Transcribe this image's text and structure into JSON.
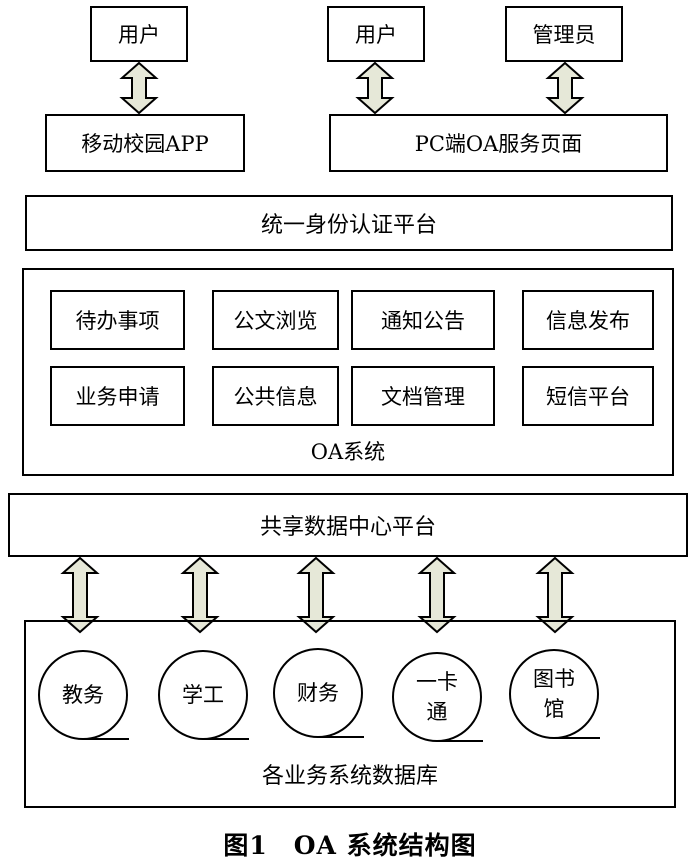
{
  "top": {
    "user_left": "用户",
    "user_right": "用户",
    "admin": "管理员",
    "mobile_app": "移动校园APP",
    "pc_oa": "PC端OA服务页面"
  },
  "auth_platform": "统一身份认证平台",
  "oa": {
    "label": "OA系统",
    "modules": [
      "待办事项",
      "公文浏览",
      "通知公告",
      "信息发布",
      "业务申请",
      "公共信息",
      "文档管理",
      "短信平台"
    ]
  },
  "shared_platform": "共享数据中心平台",
  "databases": {
    "label": "各业务系统数据库",
    "items": [
      [
        "教务"
      ],
      [
        "学工"
      ],
      [
        "财务"
      ],
      [
        "一卡",
        "通"
      ],
      [
        "图书",
        "馆"
      ]
    ]
  },
  "caption": {
    "number": "图1",
    "title": "OA 系统结构图"
  },
  "colors": {
    "arrow_fill": "#e6e8d8",
    "stroke": "#000000"
  }
}
